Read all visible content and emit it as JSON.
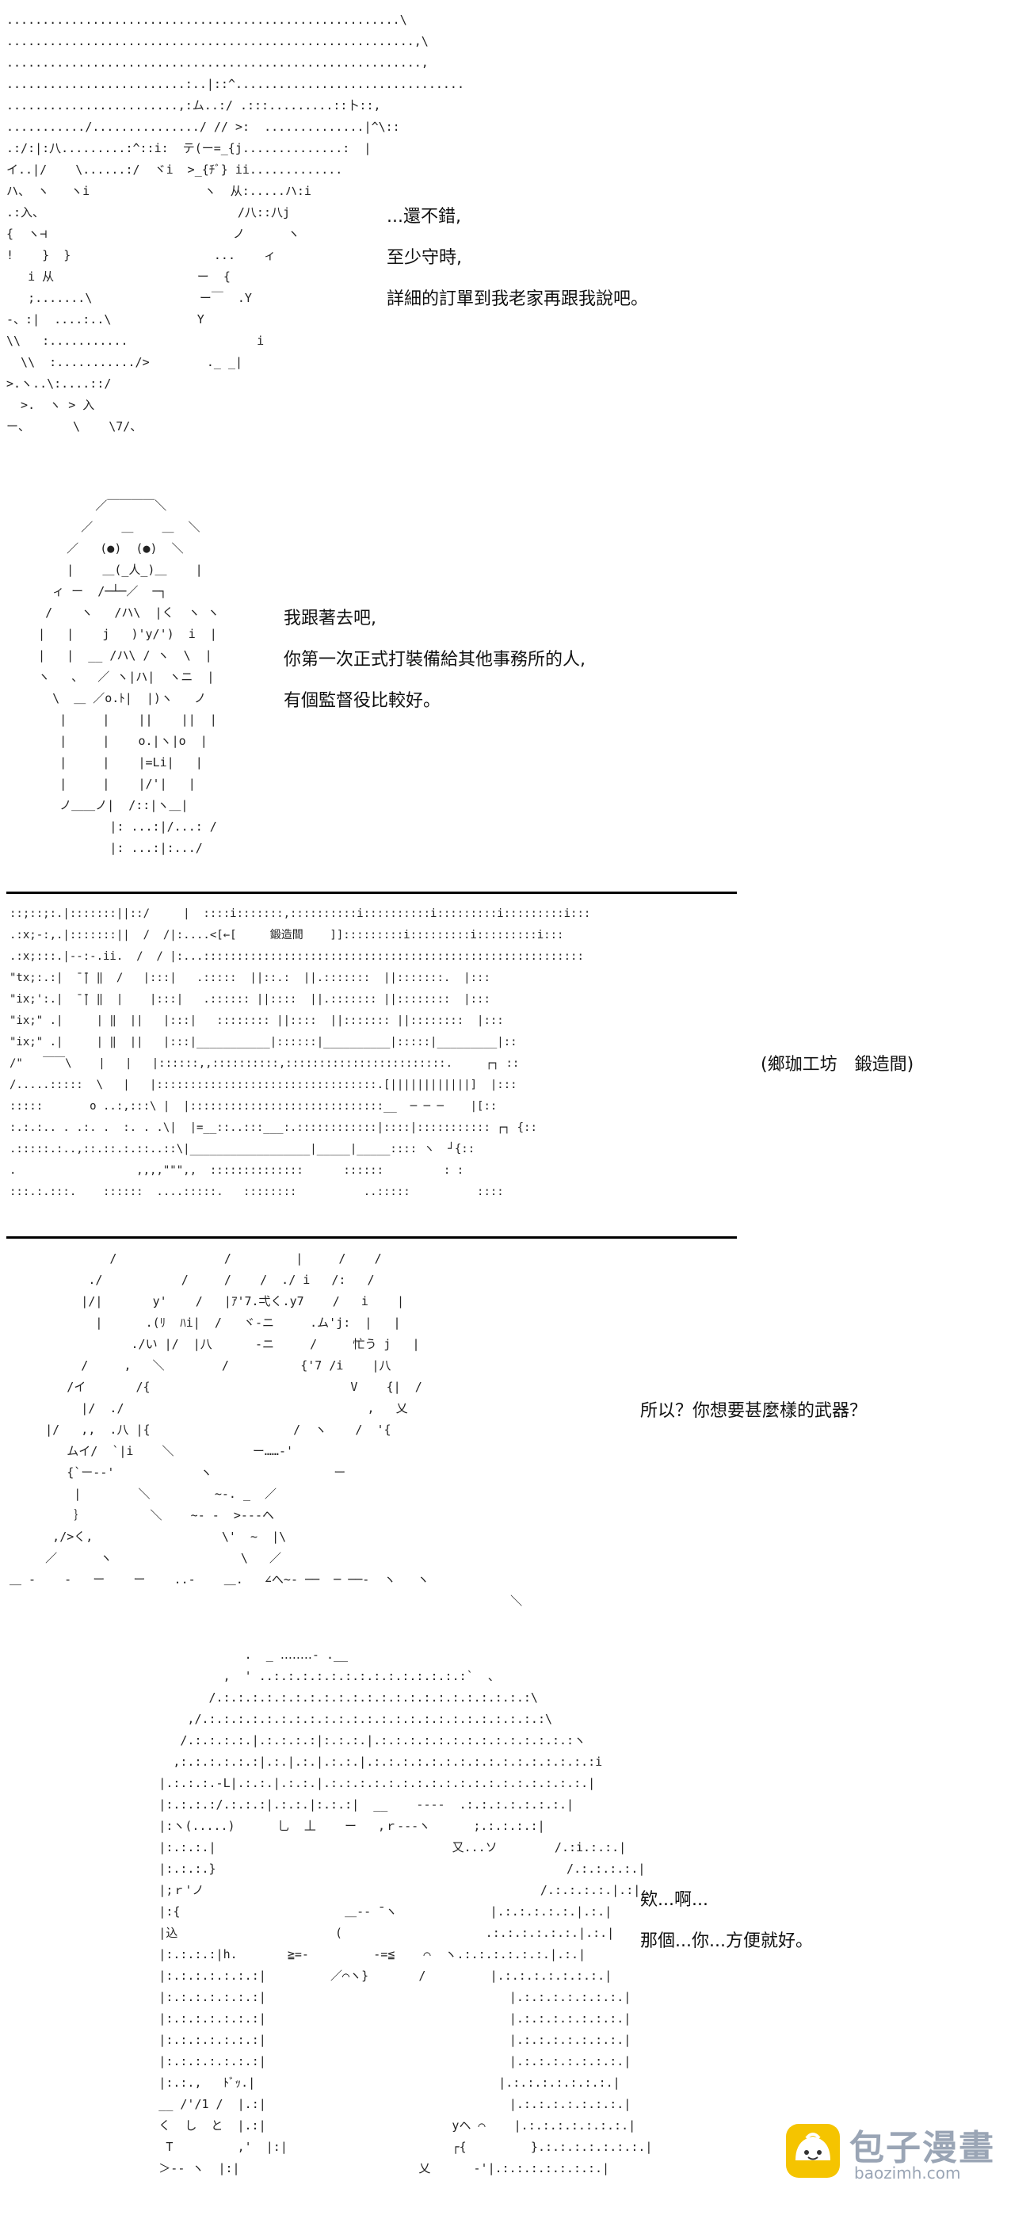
{
  "panel1": {
    "art": [
      ".......................................................\\",
      ".........................................................,\\",
      "..........................................................,",
      ".........................:..|::^................................",
      "........................,:ム..:/ .:::.........::卜::,",
      ".........../.............../ // >:  ..............|^\\::",
      ".:/:|:八.........:^::i:  テ(ー=_{j..............:  |",
      "イ..|/    \\......:/  ヾi  >_{ﾁﾞ} ii.............",
      "ハ、 ヽ   ヽi                ヽ  从:.....ハ:i",
      ".:入、                           /八::八j",
      "{  ヽ⊣                          ノ      ヽ",
      "!    }  }                    ...    ィ",
      "   i 从                    ー  {",
      "   ;.......\\               ー￣  .Y",
      "-、:|  ....:..\\            Y",
      "\\\\   :...........                  i",
      "  \\\\  :.........../>        ._ _|",
      ">.ヽ..\\:....::/",
      "  >.  ヽ > 入",
      "ー、      \\    \\7/、"
    ],
    "lines": [
      "...還不錯,",
      "至少守時,",
      "詳細的訂單到我老家再跟我說吧。"
    ]
  },
  "panel2": {
    "art": [
      "          ／￣￣￣￣＼",
      "        ／    ＿    ＿  ＼",
      "      ／   (●)  (●)  ＼",
      "      |    ＿(_人_)＿    |",
      "    ィ ー  /─┴─／  ─┐",
      "   /    ヽ   /ハ\\  |く  ヽ ヽ",
      "  |   |    j   )'y/')  i  |",
      "  |   |  __ /ハ\\ / ヽ  \\  |",
      "  ヽ   、  ／ ヽ|ハ|  ヽニ  |",
      "    \\  ＿ ／o.ﾄ|  |)ヽ   ノ",
      "     |     |    ||    ||  |",
      "     |     |    o.|ヽ|o  |",
      "     |     |    |=Li|   |",
      "     |     |    |/'|   |",
      "     ノ＿＿ノ|  /::|ヽ＿|",
      "            |: ...:|/...: /",
      "            |: ...:|:.../"
    ],
    "lines": [
      "我跟著去吧,",
      "你第一次正式打裝備給其他事務所的人,",
      "有個監督役比較好。"
    ]
  },
  "panel3": {
    "art": [
      "::;::;:.|:::::::||::/     |  ::::i:::::::,::::::::::i::::::::::i:::::::::i:::::::::i:::",
      ".:x;-:,.|:::::::||  /  /|:....<[←[     鍛造間    ]]:::::::::i:::::::::i:::::::::i:::",
      ".:x;:::.|--:-.ii.  /  / |:...:::::::::::::::::::::::::::::::::::::::::::::::::::::::::",
      "\"tx;:.:|  ̄ ̄| ‖  /   |:::|   .:::::  ||::.:  ||.:::::::  ||:::::::.  |:::",
      "\"ix;':.|  ̄ ̄| ‖  |    |:::|   .:::::: ||::::  ||.::::::: ||::::::::  |:::",
      "\"ix;\" .|     | ‖  ||   |:::|   :::::::: ||::::  ||::::::: ||::::::::  |:::",
      "\"ix;\" .|     | ‖  ||   |:::|___________|::::::|__________|:::::|_________|::",
      "/\"   ￣￣\\    |   |   |::::::,,::::::::::,::::::::::::::::::::::::.     ┌┐ ::",
      "/.....:::::  \\   |   |:::::::::::::::::::::::::::::::::.[||||||||||||]  |:::",
      ":::::       o ..:,:::\\ |  |:::::::::::::::::::::::::::::__  ─ ─ ─    |[::",
      ":.:.:.. . .:. .  :. . .\\|  |=__::..:::___:.::::::::::::|::::|::::::::::: ┌┐ {::",
      ".:::::.:..,::.::.:.::..::\\|__________________|_____|_____:::: ヽ  ┘{::",
      ".                  ,,,,\"\"\",,  ::::::::::::::      ::::::         : :",
      ":::.:.:::.    ::::::  ....:::::.   ::::::::          ..:::::          ::::"
    ],
    "caption": "(鄉珈工坊　鍛造間)"
  },
  "panel4": {
    "art": [
      "              /               /         |     /    /",
      "           ./           /     /    /  ./ i   /:   /",
      "          |/|       y'    /   |ｱ'7.弌く.y7    /   i    |",
      "            |      .(ﾘ  ﾊi|  /   ヾ‐ニ     .ム'j:  |   |",
      "                 ./い |/  |八      ‐ニ     /     忙う j   |",
      "          /     ,   ＼        /          {'7 /i    |八",
      "        /イ       /{                            V    {|  /",
      "          |/  ./                                  ,   乂",
      "     |/   ,,  .八 |{                    /  ヽ    /  '{",
      "        ムイ/  `|i    ＼           ー……‐'",
      "        {`ー--'            ヽ                 ー",
      "         |        ＼         ~-. _  ／",
      "         ｝         ＼    ~‐ -  >‐‐‐ヘ",
      "      ,/>く,                  \\'  ~  |\\",
      "     ／      ヽ                  \\   ／",
      "＿ -    -   ー    ー    ..-    ＿.   ∠へ~‐ ──  ─ ──‐  ヽ   ヽ",
      "                                                                      ＼"
    ],
    "line": "所以？你想要甚麼樣的武器？"
  },
  "panel5": {
    "art": [
      "                      .  _ ‥‥‥‥- .__",
      "                   ,  ' ..:.:.:.:.:.:.:.:.:.:.:.:.:.:`  、",
      "                 /.:.:.:.:.:.:.:.:.:.:.:.:.:.:.:.:.:.:.:.:.:.:\\",
      "              ,/.:.:.:.:.:.:.:.:.:.:.:.:.:.:.:.:.:.:.:.:.:.:.:.:\\",
      "             /.:.:.:.:.|.:.:.:.:|:.:.:.|.:.:.:.:.:.:.:.:.:.:.:.:.:.:ヽ",
      "            ,:.:.:.:.:.:|.:.|.:.|.:.:.|.:.:.:.:.:.:.:.:.:.:.:.:.:.:.:.:i",
      "          |.:.:.:.-L|.:.:.|.:.:.|.:.:.:.:.:.:.:.:.:.:.:.:.:.:.:.:.:.:.|",
      "          |:.:.:.:/.:.:.:|.:.:.|:.:.:|  __    -‐‐-  .:.:.:.:.:.:.:.|",
      "          |:ヽ(.....)      乚  丄    ー   ,ｒ‐‐‐ヽ      ;.:.:.:.:|",
      "          |:.:.:.|                                 又...ソ        /.:i.:.:.|",
      "          |:.:.:.}                                                 /.:.:.:.:.|",
      "          |;ｒ'ノ                                               /.:.:.:.:.|.:|",
      "          |:{                       ＿‐‐ ̄ ヽ             |.:.:.:.:.:.|.:.|",
      "          |込                      (                    .:.:.:.:.:.:.|.:.|",
      "          |:.:.:.:|h.       ≧=-         -=≦    ⌒  ヽ.:.:.:.:.:.:.|.:.|",
      "          |:.:.:.:.:.:.:|         ／⌒ヽ}       /         |.:.:.:.:.:.:.:.|",
      "          |:.:.:.:.:.:.:|                                  |.:.:.:.:.:.:.:.|",
      "          |:.:.:.:.:.:.:|                                  |.:.:.:.:.:.:.:.|",
      "          |:.:.:.:.:.:.:|                                  |.:.:.:.:.:.:.:.|",
      "          |:.:.:.:.:.:.:|                                  |.:.:.:.:.:.:.:.|",
      "          |:.:.,   ﾄﾞｯ.|                                  |.:.:.:.:.:.:.:.|",
      "          __ /'/1 /  |.:|                                  |.:.:.:.:.:.:.:.|",
      "          く  し  と  |.:|                          yヘ ⌒    |.:.:.:.:.:.:.:.|",
      "           T         ,'  |:|                       ┌{         }.:.:.:.:.:.:.:.|",
      "          ＞‐‐ ヽ  |:|                         乂      ‐'|.:.:.:.:.:.:.:.|"
    ],
    "lines": [
      "欸...啊...",
      "那個...你...方便就好。"
    ]
  },
  "watermark": {
    "title": "包子漫畫",
    "url": "baozimh.com",
    "icon": "bun-mascot-icon",
    "accent": "#f5c400"
  }
}
